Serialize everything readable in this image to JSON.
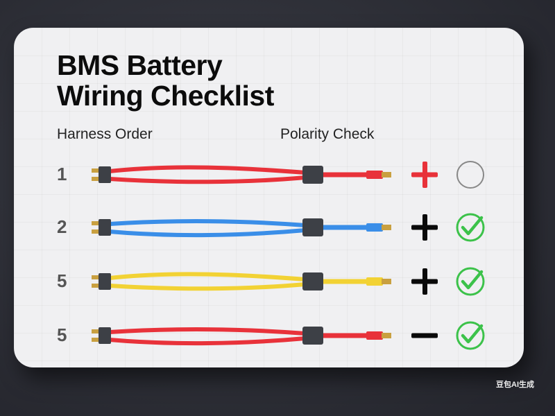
{
  "title_line1": "BMS Battery",
  "title_line2": "Wiring Checklist",
  "headers": {
    "harness": "Harness Order",
    "polarity": "Polarity Check"
  },
  "rows": [
    {
      "number": "1",
      "wire_color": "#e8323a",
      "polarity": "plus",
      "polarity_color": "#e8323a",
      "status": "unchecked"
    },
    {
      "number": "2",
      "wire_color": "#3a8ee8",
      "polarity": "plus",
      "polarity_color": "#0a0a0a",
      "status": "checked"
    },
    {
      "number": "5",
      "wire_color": "#f2d234",
      "polarity": "plus",
      "polarity_color": "#0a0a0a",
      "status": "checked"
    },
    {
      "number": "5",
      "wire_color": "#e8323a",
      "polarity": "minus",
      "polarity_color": "#0a0a0a",
      "status": "checked"
    }
  ],
  "colors": {
    "check": "#3cc24a",
    "circle": "#888888"
  },
  "watermark": "豆包AI生成"
}
